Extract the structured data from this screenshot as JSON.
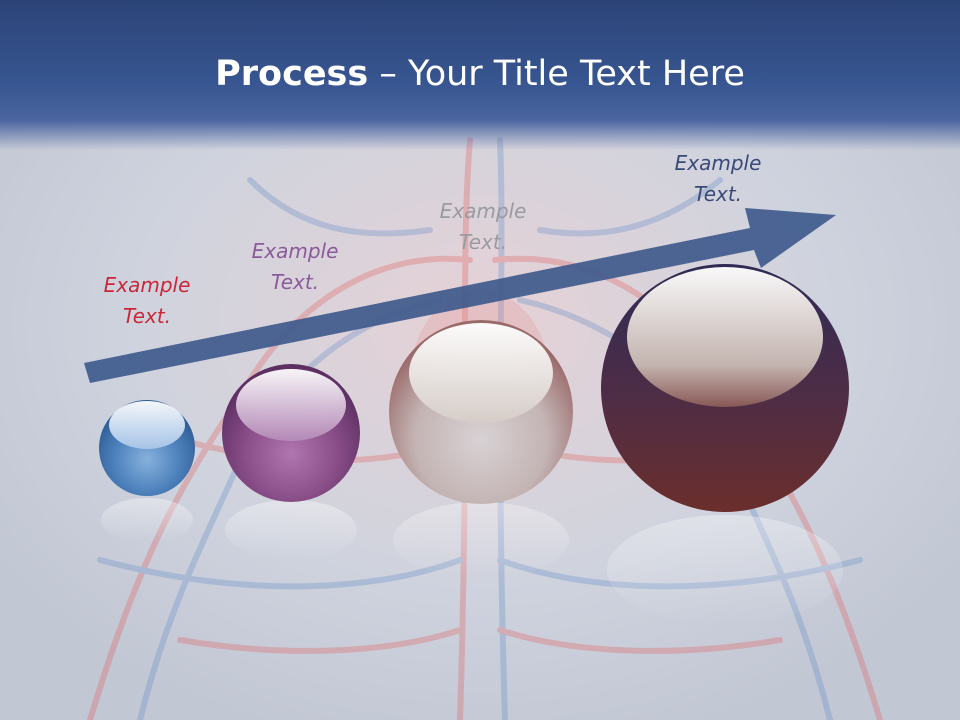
{
  "title": {
    "bold": "Process",
    "rest": " – Your Title Text Here"
  },
  "steps": [
    {
      "line1": "Example",
      "line2": "Text.",
      "color": "#c8283a"
    },
    {
      "line1": "Example",
      "line2": "Text.",
      "color": "#8a5a9a"
    },
    {
      "line1": "Example",
      "line2": "Text.",
      "color": "#9a9aa2"
    },
    {
      "line1": "Example",
      "line2": "Text.",
      "color": "#3a4a78"
    }
  ],
  "colors": {
    "header": "#375590",
    "arrow": "#3f5a8c",
    "sphere_blue": "#3f74ad",
    "sphere_purple": "#8a4e88",
    "sphere_silver": "#b8aaa8",
    "sphere_maroon": "#5a2d3c"
  }
}
